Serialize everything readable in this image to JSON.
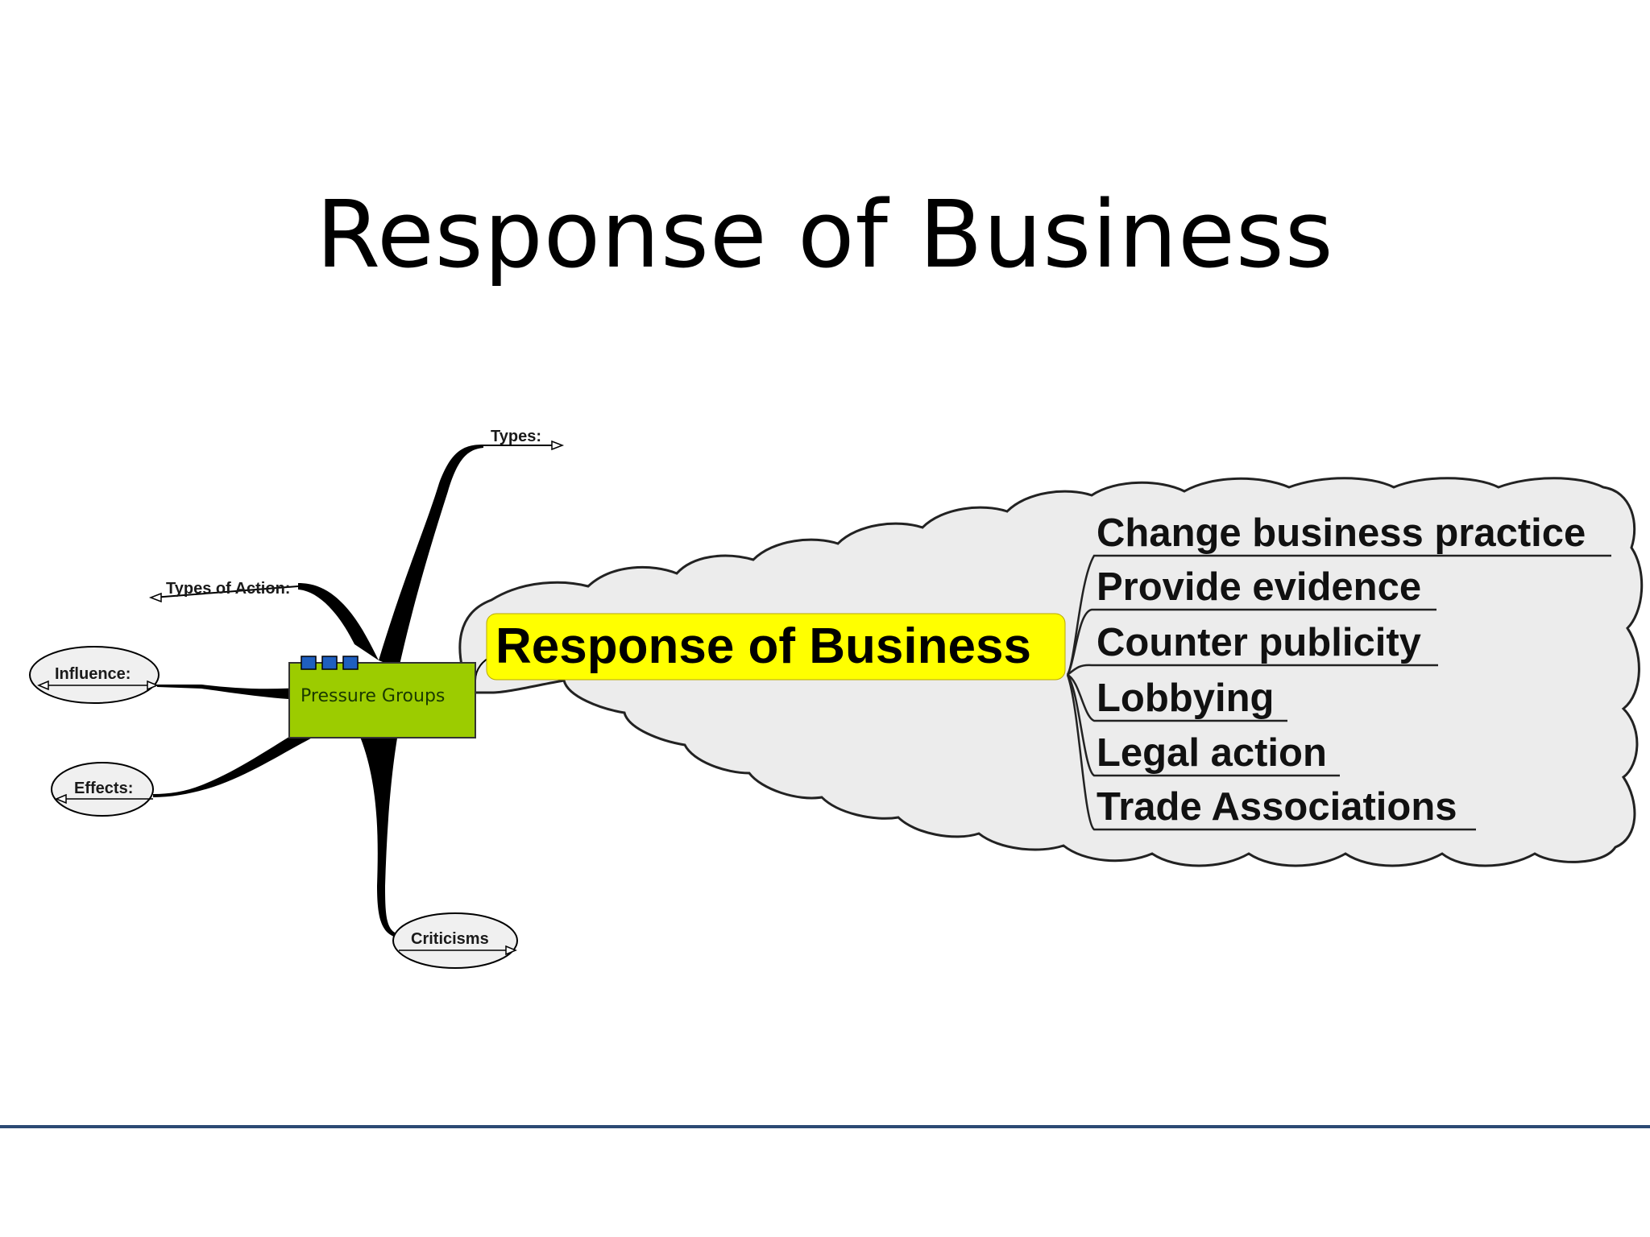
{
  "slide": {
    "title": "Response of Business"
  },
  "mindmap": {
    "hub": {
      "label": "Pressure Groups"
    },
    "branches": {
      "types": "Types:",
      "types_of_action": "Types of Action:",
      "influence": "Influence:",
      "effects": "Effects:",
      "criticisms": "Criticisms"
    },
    "central_topic": {
      "label": "Response of Business",
      "highlight_color": "#ffff00"
    },
    "responses": [
      "Change business practice",
      "Provide evidence",
      "Counter publicity",
      "Lobbying",
      "Legal action",
      "Trade Associations"
    ],
    "colors": {
      "hub_fill": "#9ccc00",
      "hub_markers": "#1f5fbf",
      "cloud_fill": "#ececec",
      "footer_rule": "#2c4a74"
    }
  }
}
